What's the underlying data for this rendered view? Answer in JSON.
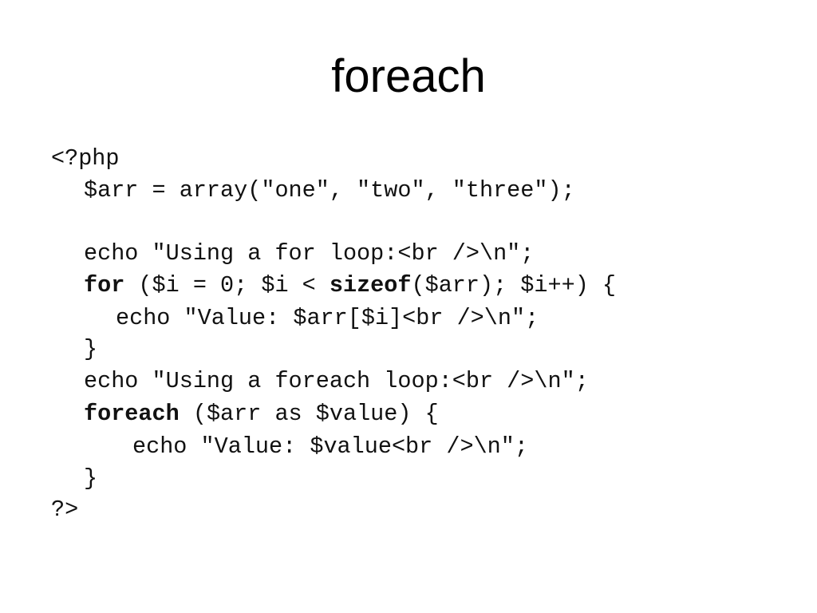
{
  "title": "foreach",
  "code": {
    "php_open": "<?php",
    "arr_decl": "$arr = array(\"one\", \"two\", \"three\");",
    "echo_for": "echo \"Using a for loop:<br />\\n\";",
    "for_kw": "for",
    "for_mid": " ($i = 0; $i < ",
    "sizeof_kw": "sizeof",
    "for_end": "($arr); $i++) {",
    "echo_value_i": "echo \"Value: $arr[$i]<br />\\n\";",
    "close_brace_1": "}",
    "echo_foreach": "echo \"Using a foreach loop:<br />\\n\";",
    "foreach_kw": "foreach",
    "foreach_rest": " ($arr as $value) {",
    "echo_value_v": "echo \"Value: $value<br />\\n\";",
    "close_brace_2": "}",
    "php_close": "?>"
  }
}
